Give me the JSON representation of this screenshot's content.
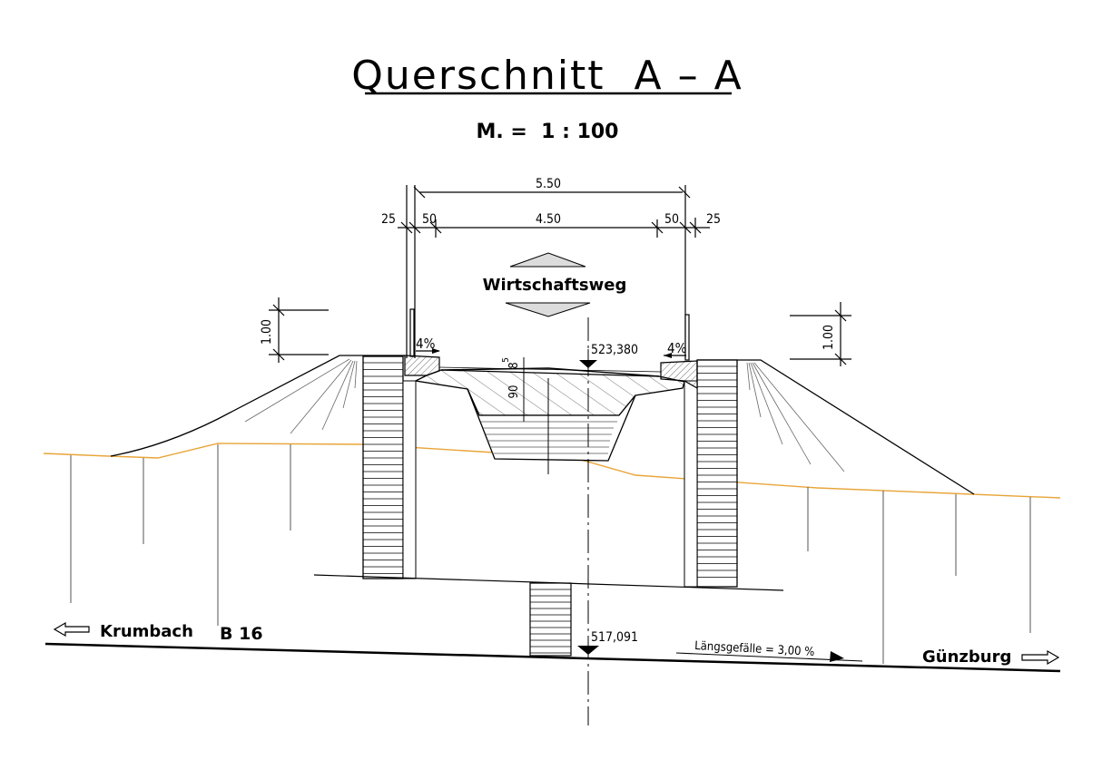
{
  "title": "Querschnitt  A – A",
  "scale": "M. =  1 : 100",
  "road_label": "Wirtschaftsweg",
  "dimensions": {
    "overall": "5.50",
    "inner": "4.50",
    "left_edge": "25",
    "left_curb": "50",
    "right_curb": "50",
    "right_edge": "25",
    "height_left": "1.00",
    "height_right": "1.00",
    "layer_thickness": "90",
    "top_layer": "8",
    "top_layer_sup": "5"
  },
  "slopes": {
    "left": "4%",
    "right": "4%"
  },
  "elevations": {
    "road": "523,380",
    "ground": "517,091"
  },
  "gradient": "Längsgefälle = 3,00 %",
  "directions": {
    "left": "Krumbach",
    "right": "Günzburg"
  },
  "highway": "B 16",
  "colors": {
    "ground_line": "#e8a53a",
    "line": "#000000",
    "hatch": "#555555"
  }
}
